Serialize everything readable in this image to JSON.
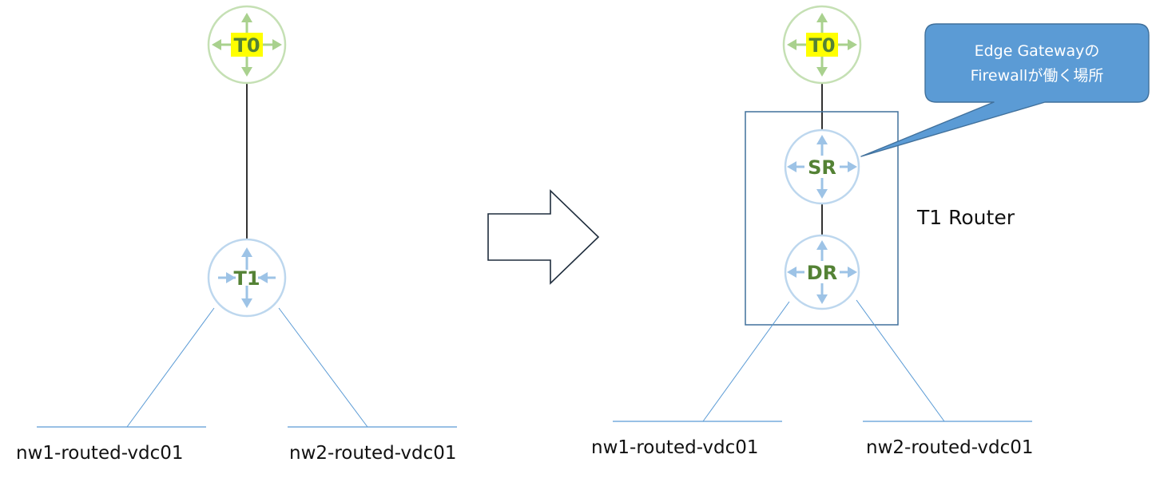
{
  "colors": {
    "t0_ring": "#c5e0b4",
    "t0_arrow": "#a9d18e",
    "t1_ring": "#bdd7ee",
    "t1_arrow": "#9dc3e6",
    "router_text": "#548235",
    "label_highlight": "#ffff00",
    "network_line": "#5b9bd5",
    "box_border": "#41719c",
    "callout_fill": "#5b9bd5",
    "callout_border": "#41719c"
  },
  "before": {
    "t0_label": "T0",
    "t1_label": "T1",
    "networks": [
      {
        "label": "nw1-routed-vdc01"
      },
      {
        "label": "nw2-routed-vdc01"
      }
    ]
  },
  "transition_arrow_icon": "right-arrow-outline-icon",
  "after": {
    "t0_label": "T0",
    "sr_label": "SR",
    "dr_label": "DR",
    "t1_router_label": "T1 Router",
    "callout": {
      "line1": "Edge Gatewayの",
      "line2": "Firewallが働く場所"
    },
    "networks": [
      {
        "label": "nw1-routed-vdc01"
      },
      {
        "label": "nw2-routed-vdc01"
      }
    ]
  }
}
